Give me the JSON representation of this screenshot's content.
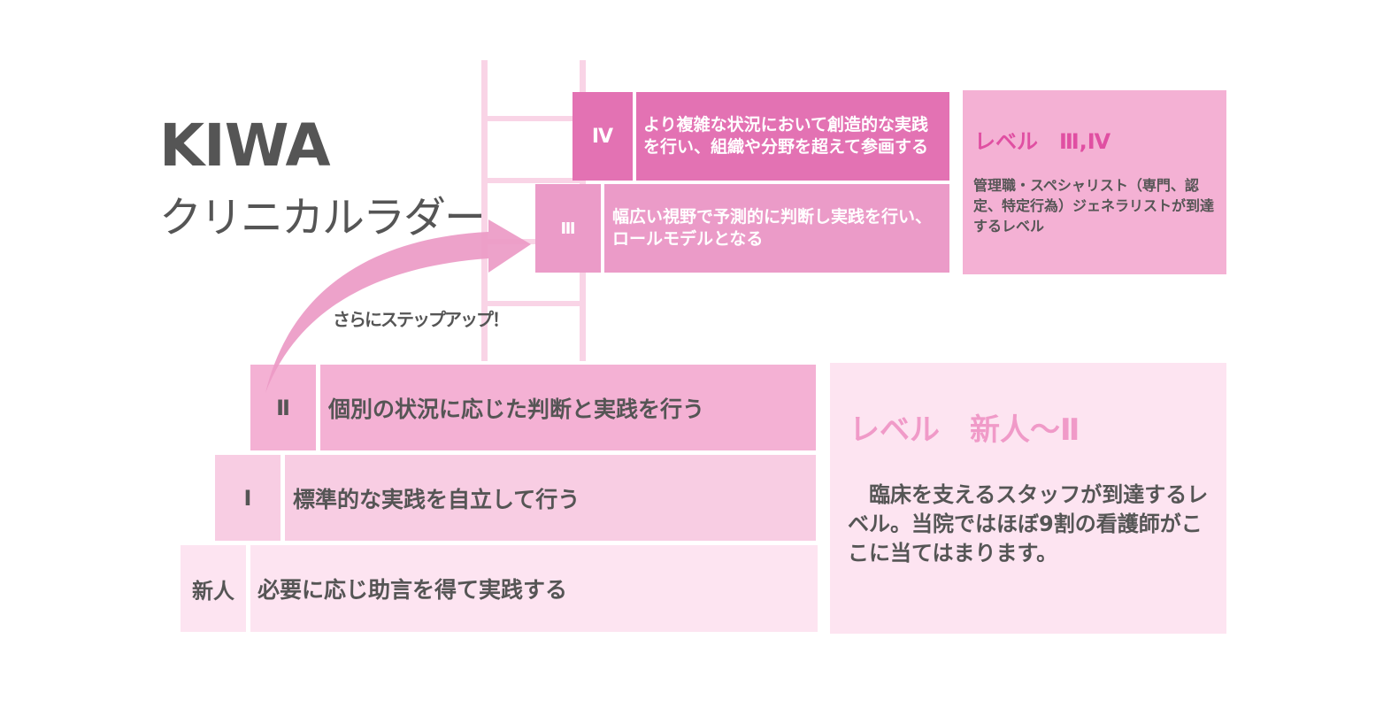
{
  "title": {
    "main": "KIWA",
    "sub": "クリニカルラダー"
  },
  "arrow_label": "さらにステップアップ！",
  "levels": [
    {
      "id": "level-4",
      "label": "Ⅳ",
      "text": "より複雑な状況において創造的な実践を行い、組織や分野を超えて参画する"
    },
    {
      "id": "level-3",
      "label": "Ⅲ",
      "text": "幅広い視野で予測的に判断し実践を行い、ロールモデルとなる"
    },
    {
      "id": "level-2",
      "label": "Ⅱ",
      "text": "個別の状況に応じた判断と実践を行う"
    },
    {
      "id": "level-1",
      "label": "Ⅰ",
      "text": "標準的な実践を自立して行う"
    },
    {
      "id": "level-new",
      "label": "新人",
      "text": "必要に応じ助言を得て実践する"
    }
  ],
  "info_upper": {
    "title": "レベル　Ⅲ,Ⅳ",
    "text": "管理職・スペシャリスト（専門、認定、特定行為）ジェネラリストが到達するレベル"
  },
  "info_lower": {
    "title": "レベル　新人～Ⅱ",
    "text": "臨床を支えるスタッフが到達するレベル。当院ではほぼ9割の看護師がここに当てはまります。"
  },
  "colors": {
    "level4": "#e372b3",
    "level3": "#eb9bc8",
    "level2": "#f4b1d4",
    "level1": "#f8cde3",
    "level_new": "#fde4f1",
    "ladder": "#f9d4e6",
    "arrow": "#ec9ac6",
    "accent_title": "#e04fa2",
    "text": "#555555"
  }
}
